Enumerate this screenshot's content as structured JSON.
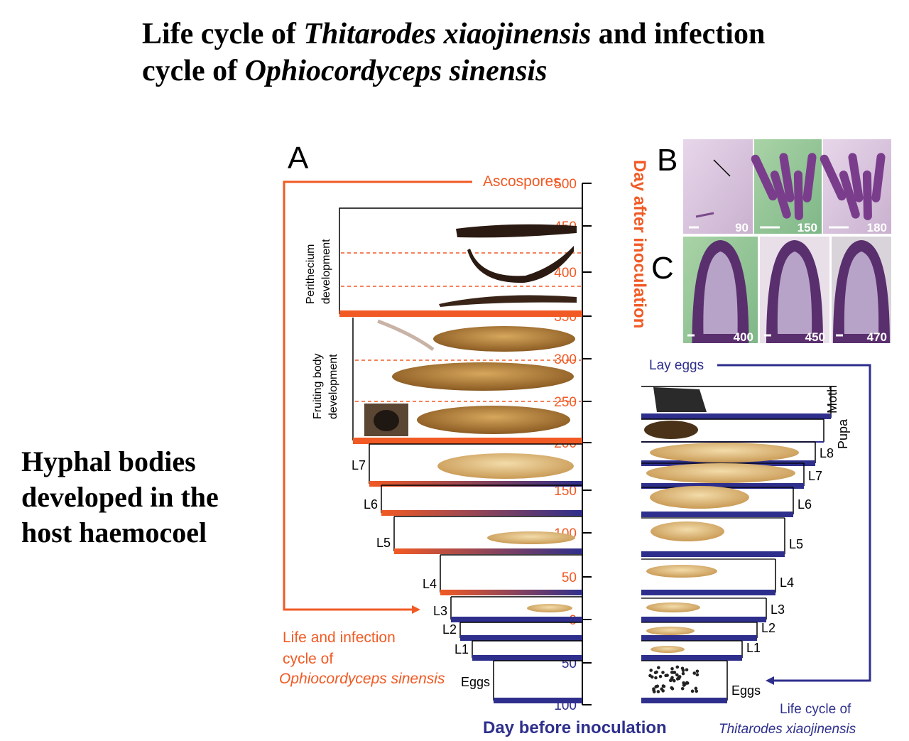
{
  "title": {
    "line1_a": "Life cycle of ",
    "line1_b": "Thitarodes xiaojinensis",
    "line1_c": " and infection",
    "line2_a": "cycle of ",
    "line2_b": "Ophiocordyceps sinensis"
  },
  "side_text": [
    "Hyphal bodies",
    "developed in the",
    "host haemocoel"
  ],
  "panel_labels": {
    "a": "A",
    "b": "B",
    "c": "C"
  },
  "axis": {
    "after_label": "Day after inoculation",
    "before_label": "Day before inoculation",
    "after_ticks": [
      "500",
      "450",
      "400",
      "350",
      "300",
      "250",
      "200",
      "150",
      "100",
      "50",
      "0"
    ],
    "before_ticks": [
      "50",
      "100"
    ]
  },
  "left_cycle": {
    "ascospores": "Ascospores",
    "perithecium_line1": "Perithecium",
    "perithecium_line2": "development",
    "fruiting_line1": "Fruiting body",
    "fruiting_line2": "development",
    "stages": [
      "L7",
      "L6",
      "L5",
      "L4",
      "L3",
      "L2",
      "L1",
      "Eggs"
    ],
    "caption_line1": "Life and infection",
    "caption_line2": "cycle of",
    "caption_line3": "Ophiocordyceps sinensis"
  },
  "right_cycle": {
    "lay_eggs": "Lay eggs",
    "moth": "Moth",
    "pupa": "Pupa",
    "stages": [
      "L8",
      "L7",
      "L6",
      "L5",
      "L4",
      "L3",
      "L2",
      "L1",
      "Eggs"
    ],
    "caption_line1": "Life cycle of",
    "caption_line2": "Thitarodes xiaojinensis"
  },
  "micrographs_b": [
    "90",
    "150",
    "180"
  ],
  "micrographs_c": [
    "400",
    "450",
    "470"
  ],
  "colors": {
    "orange": "#f15a24",
    "navy": "#2e2f8c",
    "black": "#000000"
  }
}
